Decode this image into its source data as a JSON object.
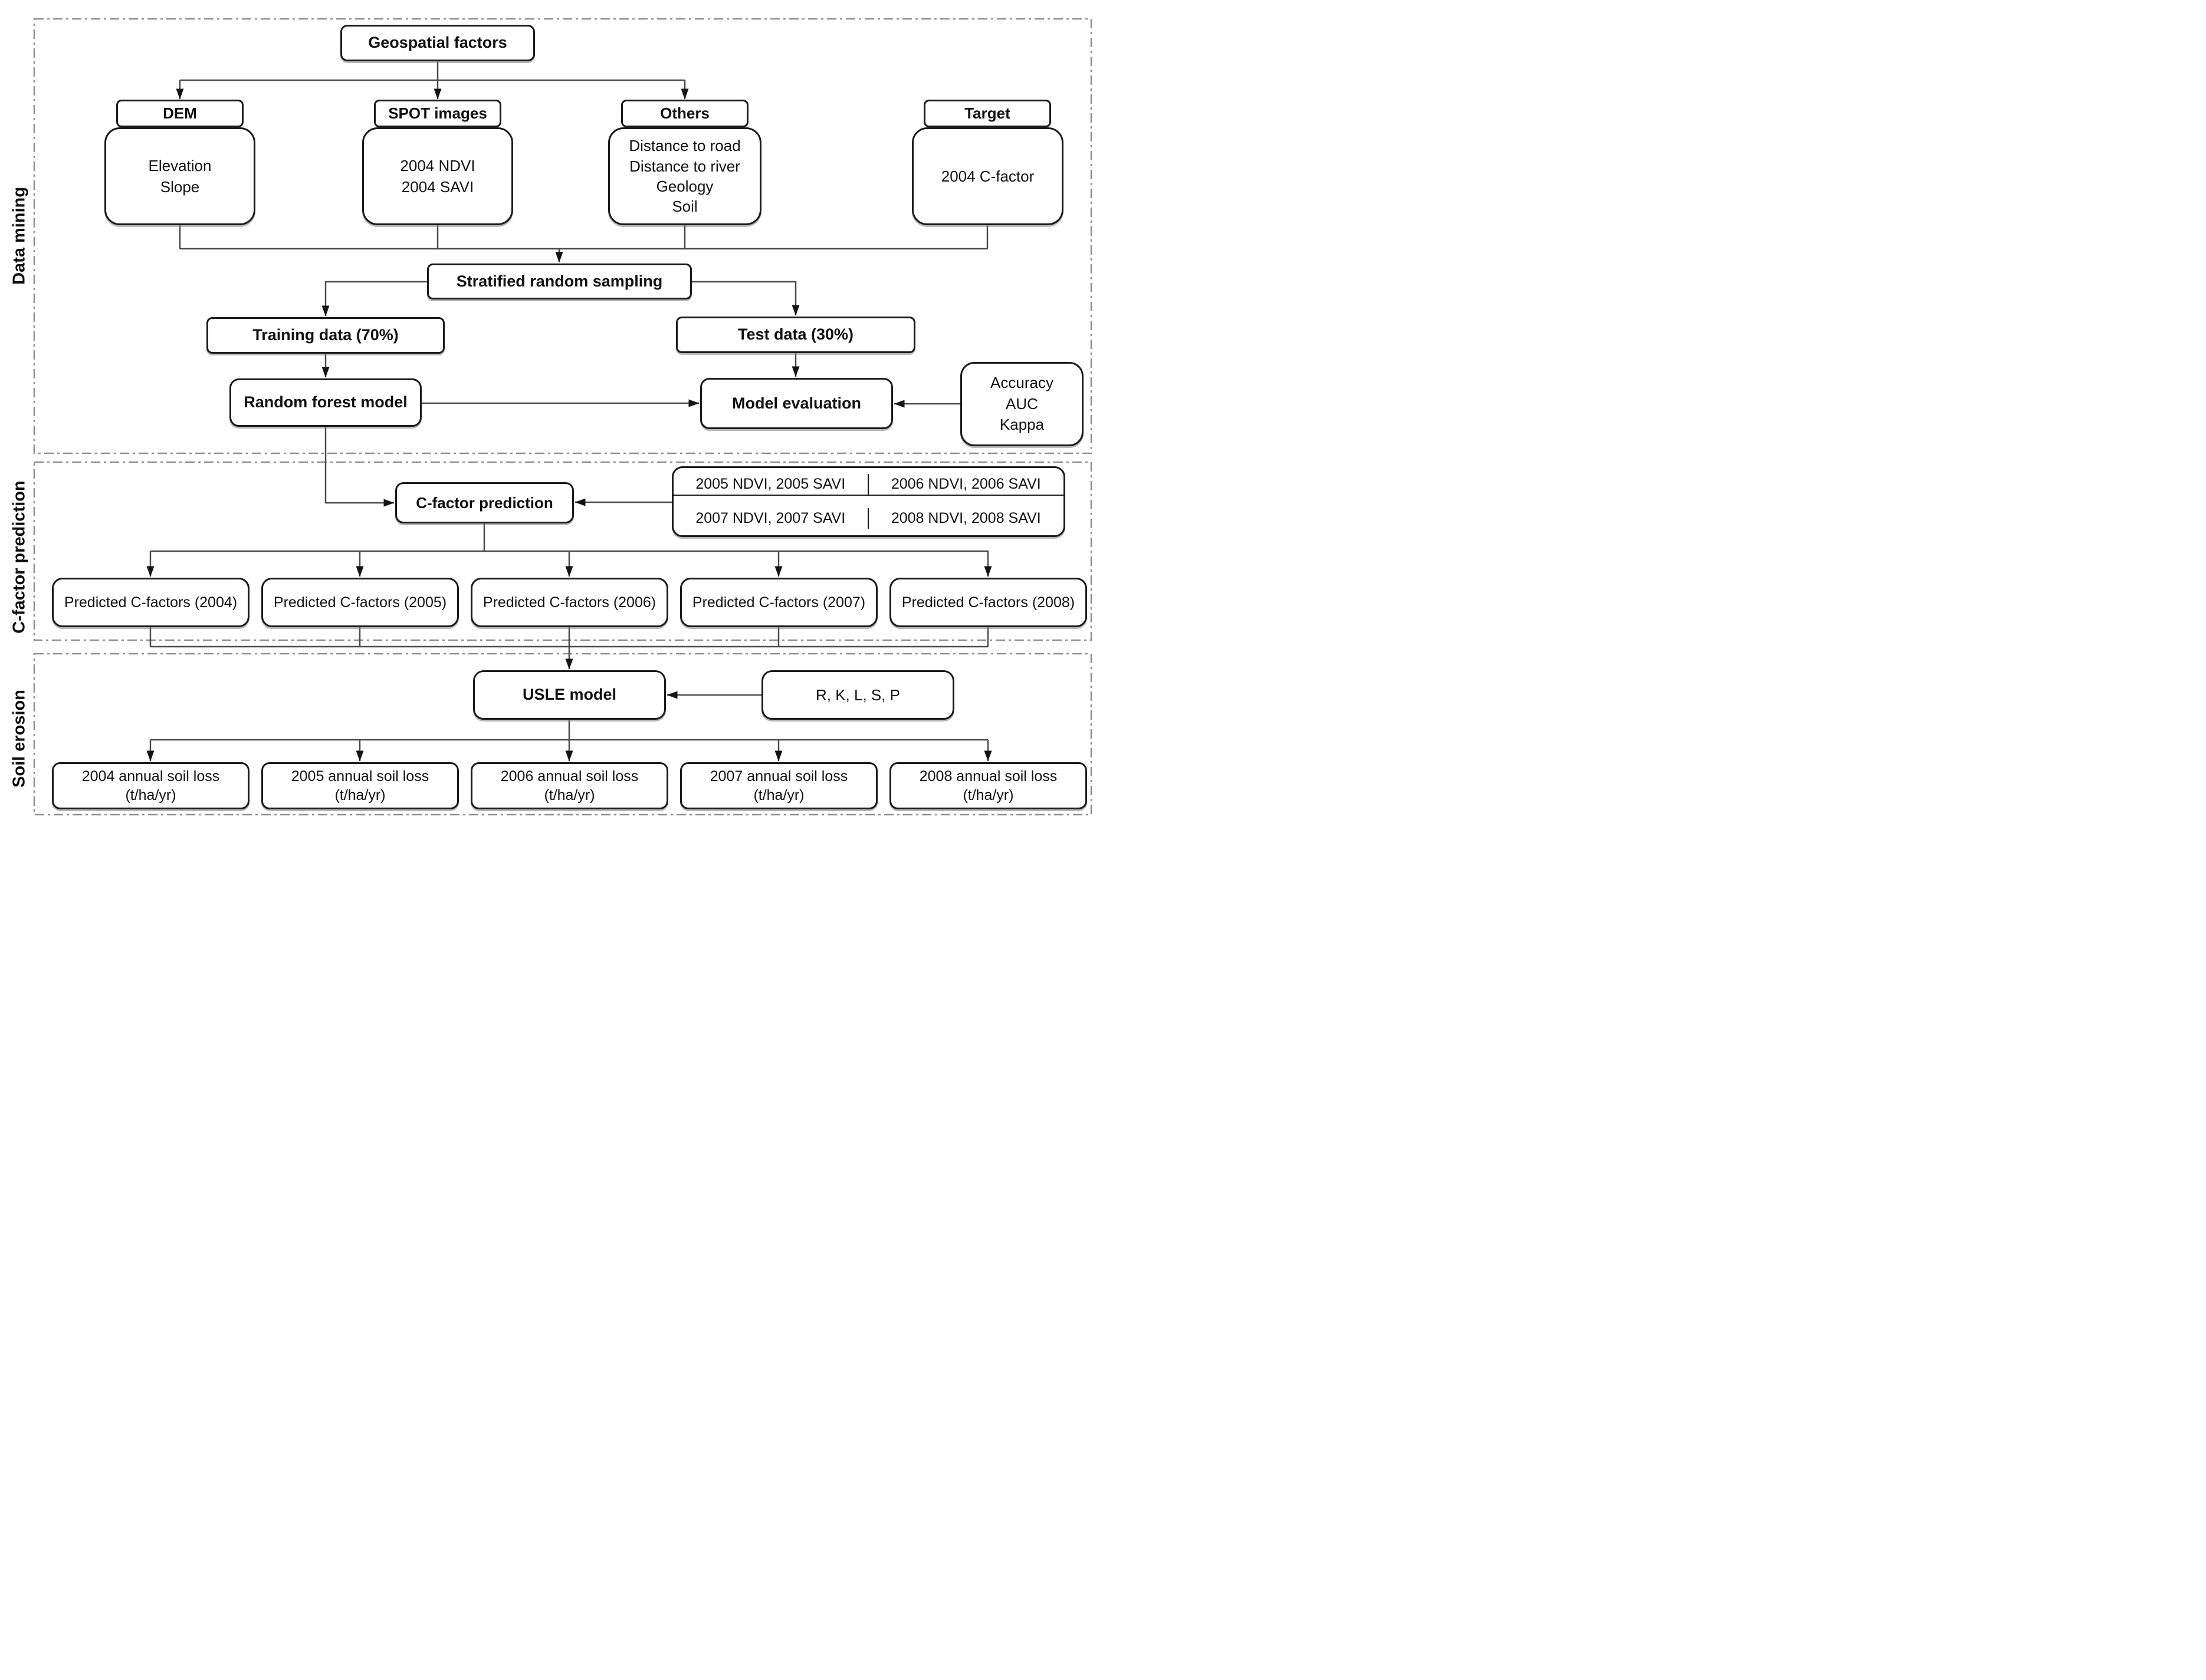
{
  "sections": [
    {
      "label": "Data mining"
    },
    {
      "label": "C-factor prediction"
    },
    {
      "label": "Soil erosion"
    }
  ],
  "mining": {
    "geospatial": "Geospatial factors",
    "dem": {
      "header": "DEM",
      "items": [
        "Elevation",
        "Slope"
      ]
    },
    "spot": {
      "header": "SPOT images",
      "items": [
        "2004 NDVI",
        "2004 SAVI"
      ]
    },
    "others": {
      "header": "Others",
      "items": [
        "Distance to road",
        "Distance to river",
        "Geology",
        "Soil"
      ]
    },
    "target": {
      "header": "Target",
      "items": [
        "2004 C-factor"
      ]
    },
    "sampling": "Stratified random sampling",
    "training": "Training data (70%)",
    "test": "Test data (30%)",
    "forest": "Random forest model",
    "evaluation": "Model evaluation",
    "metrics": [
      "Accuracy",
      "AUC",
      "Kappa"
    ]
  },
  "cfactor": {
    "prediction": "C-factor prediction",
    "table": {
      "rows": [
        [
          "2005 NDVI, 2005 SAVI",
          "2006 NDVI, 2006 SAVI"
        ],
        [
          "2007 NDVI, 2007 SAVI",
          "2008 NDVI, 2008 SAVI"
        ]
      ]
    },
    "predicted": [
      "Predicted C-factors (2004)",
      "Predicted C-factors (2005)",
      "Predicted C-factors (2006)",
      "Predicted C-factors (2007)",
      "Predicted C-factors (2008)"
    ]
  },
  "erosion": {
    "usle": "USLE model",
    "factors": "R, K, L, S, P",
    "outputs": [
      {
        "title": "2004 annual soil loss",
        "unit": "(t/ha/yr)"
      },
      {
        "title": "2005 annual soil loss",
        "unit": "(t/ha/yr)"
      },
      {
        "title": "2006 annual soil loss",
        "unit": "(t/ha/yr)"
      },
      {
        "title": "2007 annual soil loss",
        "unit": "(t/ha/yr)"
      },
      {
        "title": "2008 annual soil loss",
        "unit": "(t/ha/yr)"
      }
    ]
  },
  "colors": {
    "background": "#ffffff",
    "box_border": "#1b1b1b",
    "connector": "#4a4a4a",
    "section_border": "#8f8f8f",
    "text": "#111111"
  }
}
